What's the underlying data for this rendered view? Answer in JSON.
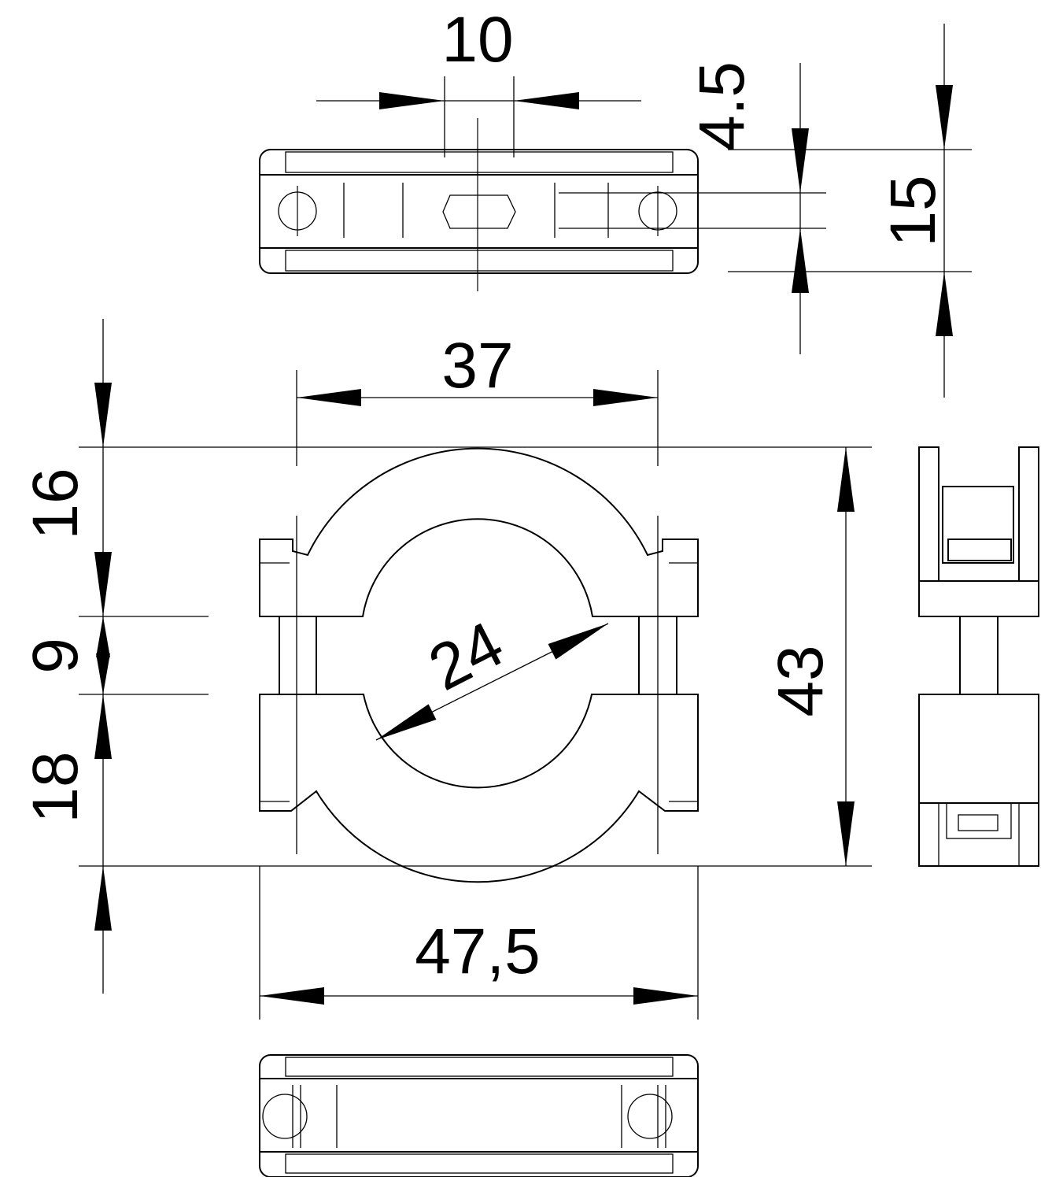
{
  "drawing": {
    "dimensions": {
      "slot_width": "10",
      "slot_height": "4.5",
      "depth": "15",
      "hole_spacing": "37",
      "total_height": "43",
      "upper_height": "16",
      "gap": "9",
      "lower_height": "18",
      "bore_diameter": "24",
      "total_width": "47,5"
    },
    "line_color": "#000000",
    "background_color": "#ffffff"
  }
}
